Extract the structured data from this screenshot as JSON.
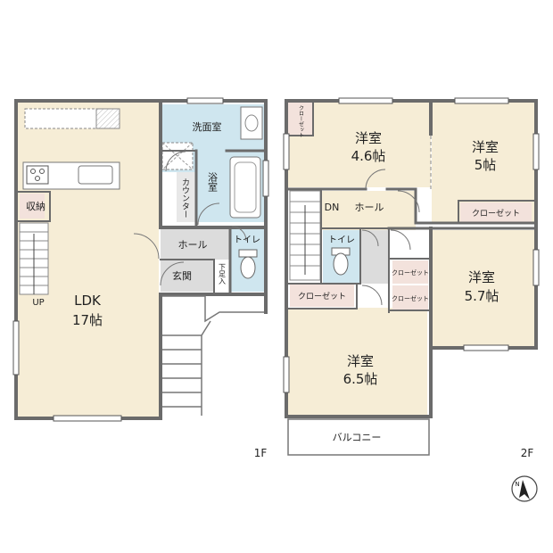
{
  "floor1": {
    "ldk": "LDK",
    "ldk_size": "17帖",
    "up": "UP",
    "storage": "収納",
    "washroom": "洗面室",
    "bath": "浴室",
    "counter": "カウンター",
    "hall": "ホール",
    "toilet": "トイレ",
    "entrance": "玄関",
    "shoe_storage": "下足入",
    "floor_label": "1F"
  },
  "floor2": {
    "room_a": "洋室",
    "room_a_size": "4.6帖",
    "room_b": "洋室",
    "room_b_size": "5帖",
    "room_c": "洋室",
    "room_c_size": "5.7帖",
    "room_d": "洋室",
    "room_d_size": "6.5帖",
    "closet_small": "クローゼット",
    "closet_b": "クローゼット",
    "closet_d": "クローゼット",
    "closet_c1": "クローゼット",
    "closet_c2": "クローゼット",
    "dn": "DN",
    "hall": "ホール",
    "toilet": "トイレ",
    "balcony": "バルコニー",
    "floor_label": "2F"
  },
  "compass": {
    "label": "N"
  },
  "colors": {
    "wall": "#6b6b6b",
    "wood_floor": "#f6edd6",
    "wet_floor": "#cfe6ef",
    "tile_floor": "#dcdcdc",
    "closet_floor": "#f3e2dc"
  }
}
